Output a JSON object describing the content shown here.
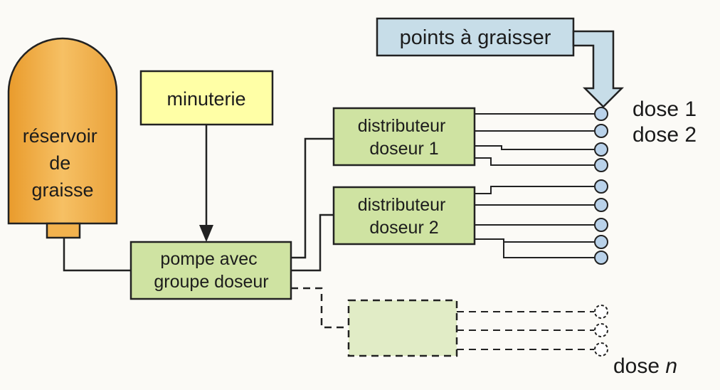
{
  "reservoir": {
    "lines": [
      "réservoir",
      "de",
      "graisse"
    ]
  },
  "minuterie": {
    "label": "minuterie"
  },
  "pompe": {
    "lines": [
      "pompe avec",
      "groupe doseur"
    ]
  },
  "distributeur1": {
    "lines": [
      "distributeur",
      "doseur 1"
    ]
  },
  "distributeur2": {
    "lines": [
      "distributeur",
      "doseur 2"
    ]
  },
  "points": {
    "label": "points à graisser"
  },
  "doses": {
    "dose1": "dose 1",
    "dose2": "dose 2",
    "doseN_prefix": "dose",
    "doseN_var": "n"
  },
  "colors": {
    "reservoir": "#f2b24e",
    "box_yellow": "#ffffa6",
    "box_green": "#cfe3a2",
    "box_blue": "#c7dde8",
    "point_fill": "#b9d2ea"
  }
}
